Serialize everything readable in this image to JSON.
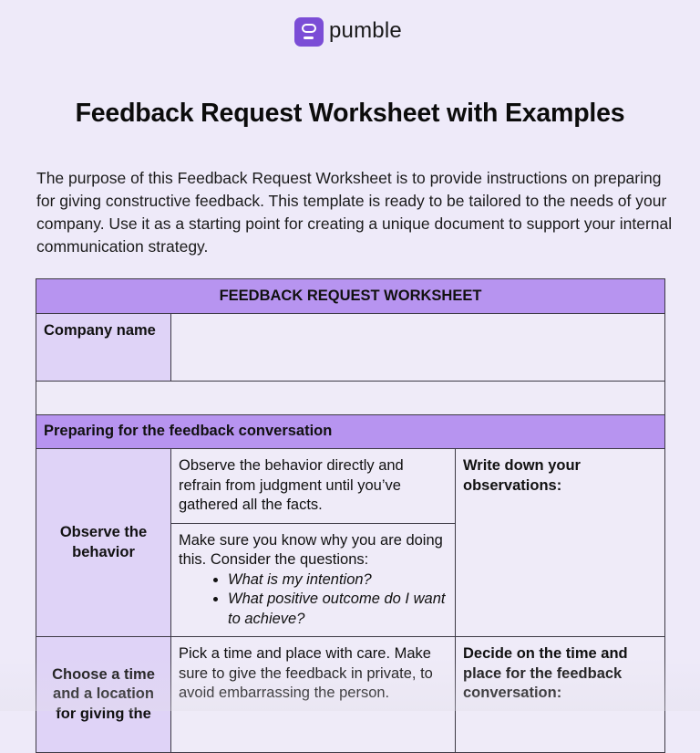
{
  "brand": {
    "name": "pumble",
    "logo_icon": "pumble-chat-bubble-icon",
    "accent_color": "#7B4DD6"
  },
  "document": {
    "title": "Feedback Request Worksheet with Examples",
    "intro": "The purpose of this Feedback Request Worksheet is to provide instructions on preparing for giving constructive feedback. This template is ready to be tailored to the needs of your company. Use it as a starting point for creating a unique document to support your internal communication strategy."
  },
  "colors": {
    "background": "#EEEAF9",
    "header_purple": "#B794F0",
    "label_lavender": "#DFD3F7",
    "cell": "#EFEBF8",
    "border": "#3D3A45"
  },
  "worksheet": {
    "header": "FEEDBACK REQUEST WORKSHEET",
    "company_label": "Company name",
    "company_value": "",
    "section_title": "Preparing for the feedback conversation",
    "rows": [
      {
        "label": "Observe the behavior",
        "instructions": [
          {
            "text": "Observe the behavior directly and refrain from judgment until you’ve gathered all the facts."
          },
          {
            "text": "Make sure you know why you are doing this. Consider the questions:",
            "bullets": [
              "What is my intention?",
              "What positive outcome do I want to achieve?"
            ]
          }
        ],
        "prompt": "Write down your observations:"
      },
      {
        "label": "Choose a time and a location for giving the",
        "instructions": [
          {
            "text": "Pick a time and place with care. Make sure to give the feedback in private, to avoid embarrassing the person."
          }
        ],
        "prompt": "Decide on the time and place for the feedback conversation:"
      }
    ]
  }
}
